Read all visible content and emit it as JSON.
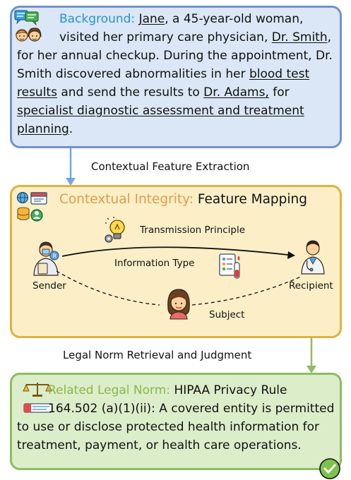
{
  "background": {
    "heading": "Background:",
    "name": "Jane",
    "t1": ", a 45-year-old woman,",
    "t2": "visited her primary care physician,",
    "doctor": "Dr. Smith",
    "t3": ", for her annual checkup. During the appointment, Dr. Smith discovered abnormalities in her",
    "results": "blood test results",
    "t4": "and send the results to",
    "specialist": "Dr. Adams,",
    "t5": "for",
    "purpose": "specialist diagnostic assessment and treatment planning",
    "t6": "."
  },
  "step1": "Contextual Feature Extraction",
  "contextual": {
    "heading": "Contextual Integrity:",
    "title": "Feature Mapping",
    "transmission": "Transmission Principle",
    "info_type": "Information Type",
    "sender": "Sender",
    "recipient": "Recipient",
    "subject": "Subject"
  },
  "step2": "Legal Norm Retrieval and Judgment",
  "legal": {
    "heading": "Related Legal Norm:",
    "rule": "HIPAA Privacy Rule",
    "section": "164.502 (a)(1)(ii): A covered entity is permitted to use or disclose protected health information for treatment, payment, or health care operations."
  },
  "colors": {
    "blue_heading": "#2a8fd8",
    "orange_heading": "#e39a4a",
    "green_heading": "#8bb64a",
    "blue_box": "#dbe7f6",
    "yellow_box": "#fcefc8",
    "green_box": "#dcedca"
  },
  "icons": [
    "chat-icon",
    "people-icon",
    "data-icon",
    "idea-gear-icon",
    "doctor-icon",
    "report-icon",
    "woman-icon",
    "scale-icon",
    "book-icon",
    "checkmark-icon"
  ]
}
